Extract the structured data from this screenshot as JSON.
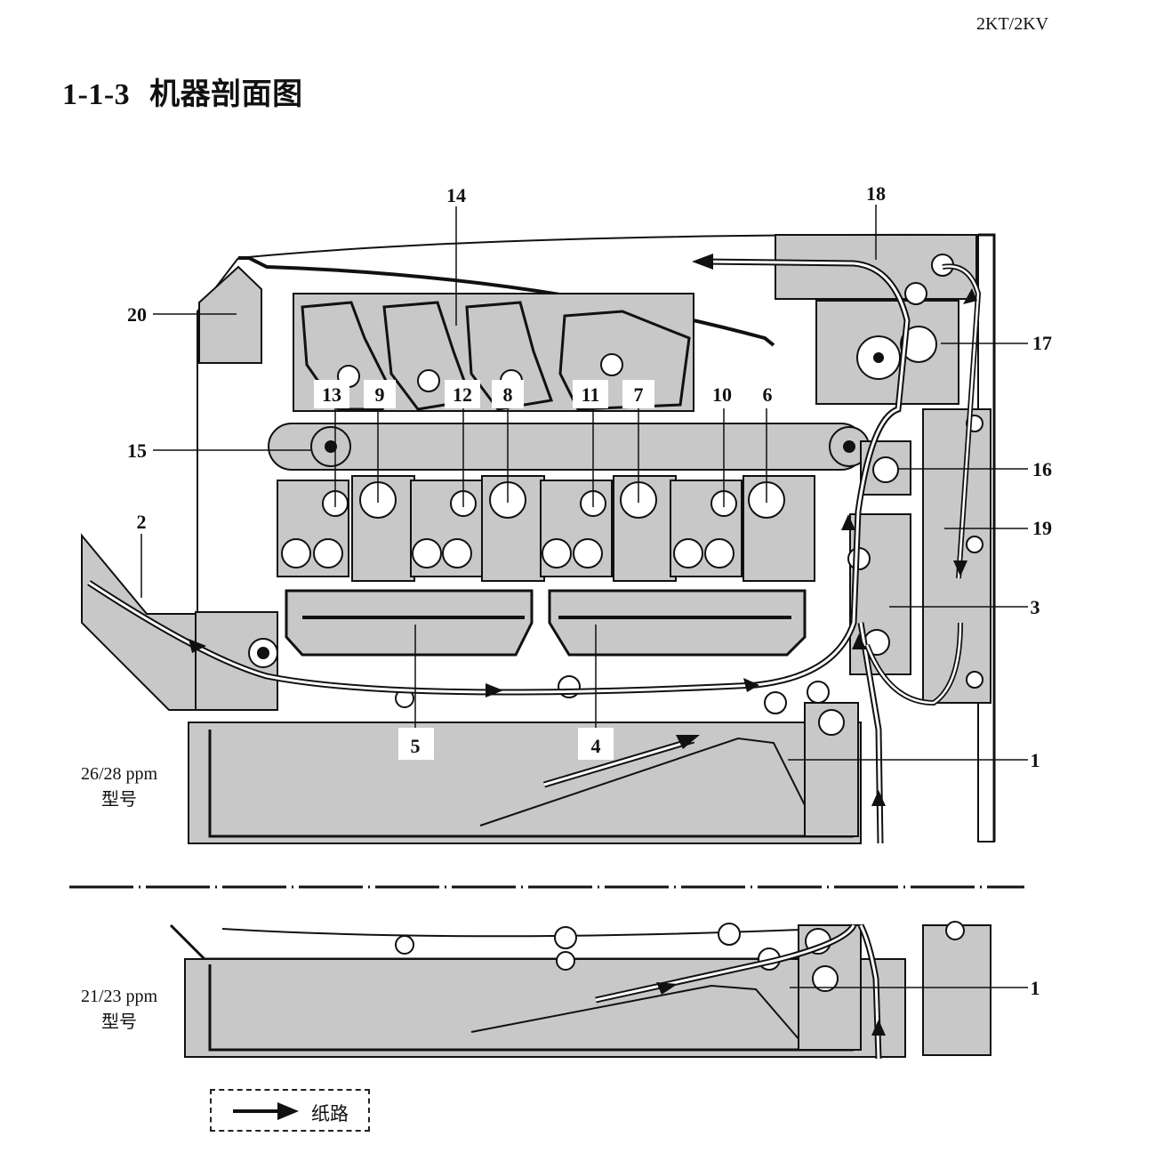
{
  "header": {
    "doc_code": "2KT/2KV"
  },
  "section": {
    "number": "1-1-3",
    "title": "机器剖面图"
  },
  "models": {
    "upper": {
      "line1": "26/28 ppm",
      "line2": "型号"
    },
    "lower": {
      "line1": "21/23 ppm",
      "line2": "型号"
    }
  },
  "callouts": {
    "c1": "1",
    "c1b": "1",
    "c2": "2",
    "c3": "3",
    "c4": "4",
    "c5": "5",
    "c6": "6",
    "c7": "7",
    "c8": "8",
    "c9": "9",
    "c10": "10",
    "c11": "11",
    "c12": "12",
    "c13": "13",
    "c14": "14",
    "c15": "15",
    "c16": "16",
    "c17": "17",
    "c18": "18",
    "c19": "19",
    "c20": "20"
  },
  "legend": {
    "label": "纸路",
    "icon": "arrow-right-icon"
  },
  "colors": {
    "fill_gray": "#c8c8c8",
    "line": "#111111",
    "background": "#ffffff"
  }
}
